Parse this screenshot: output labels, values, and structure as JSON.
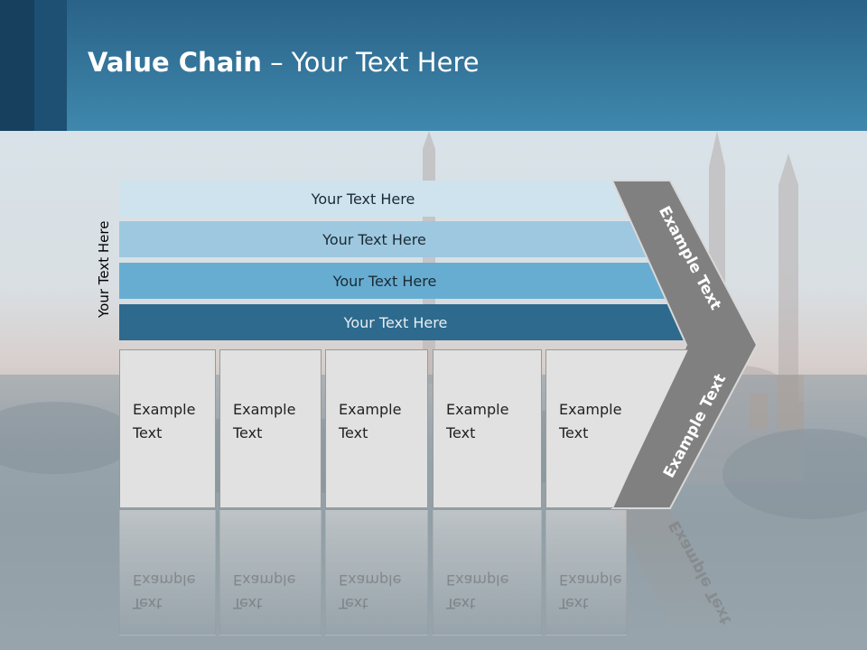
{
  "title": {
    "bold": "Value Chain",
    "rest": " – Your Text Here"
  },
  "side_label": "Your Text Here",
  "rows": [
    {
      "label": "Your Text Here",
      "color": "#cfe3ee"
    },
    {
      "label": "Your Text Here",
      "color": "#9dc8e0"
    },
    {
      "label": "Your Text Here",
      "color": "#67add2"
    },
    {
      "label": "Your Text Here",
      "color": "#2d6a8e"
    }
  ],
  "cells": [
    {
      "line1": "Example",
      "line2": "Text"
    },
    {
      "line1": "Example",
      "line2": "Text"
    },
    {
      "line1": "Example",
      "line2": "Text"
    },
    {
      "line1": "Example",
      "line2": "Text"
    },
    {
      "line1": "Example",
      "line2": "Text"
    }
  ],
  "arrow": {
    "top_text": "Example Text",
    "bottom_text": "Example Text",
    "color": "#808080"
  }
}
